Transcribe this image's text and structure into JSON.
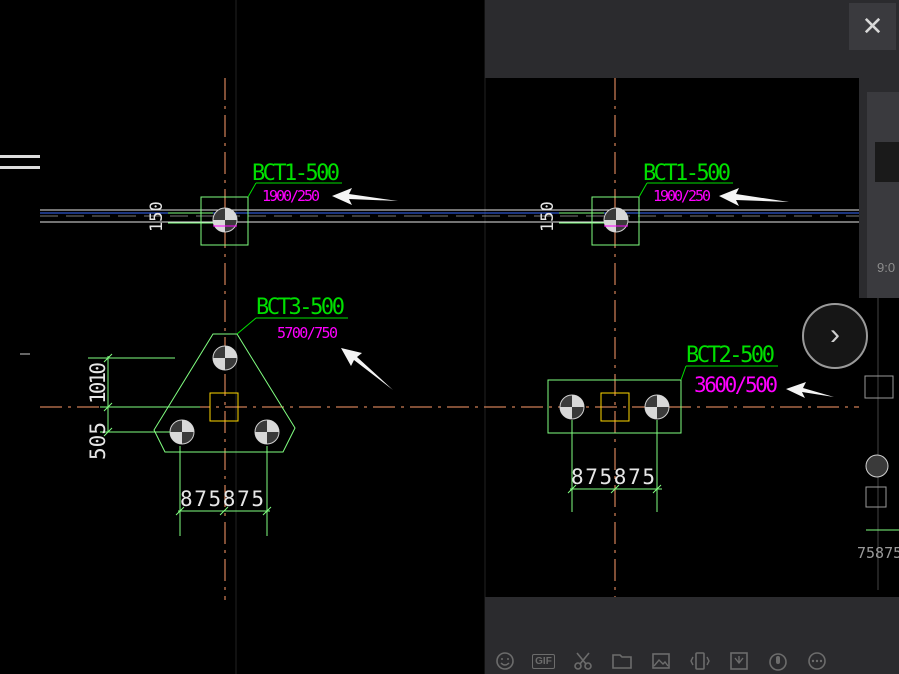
{
  "drawing": {
    "pile1": {
      "code": "BCT1-500",
      "spec": "1900/250",
      "dim": "150"
    },
    "pile2": {
      "code": "BCT1-500",
      "spec": "1900/250",
      "dim": "150"
    },
    "pile3": {
      "code": "BCT3-500",
      "spec": "5700/750",
      "dim_a": "1010",
      "dim_b": "505",
      "dim_c": "875875"
    },
    "pile4": {
      "code": "BCT2-500",
      "spec": "3600/500",
      "dim_c": "875875"
    },
    "edge_text": "75875",
    "colors": {
      "label": "#00e000",
      "spec": "#ff00ff",
      "axis": "#ff9b6a",
      "outline": "#80ff80",
      "beam": "#3a6cff"
    }
  },
  "viewer": {
    "close_glyph": "✕",
    "next_glyph": "›",
    "side_time": "9:0",
    "toolbar": [
      {
        "name": "emoji-icon"
      },
      {
        "name": "gif-icon",
        "label": "GIF"
      },
      {
        "name": "scissors-icon"
      },
      {
        "name": "folder-icon"
      },
      {
        "name": "image-icon"
      },
      {
        "name": "vibrate-icon"
      },
      {
        "name": "download-icon"
      },
      {
        "name": "voice-icon"
      },
      {
        "name": "more-icon"
      }
    ]
  }
}
